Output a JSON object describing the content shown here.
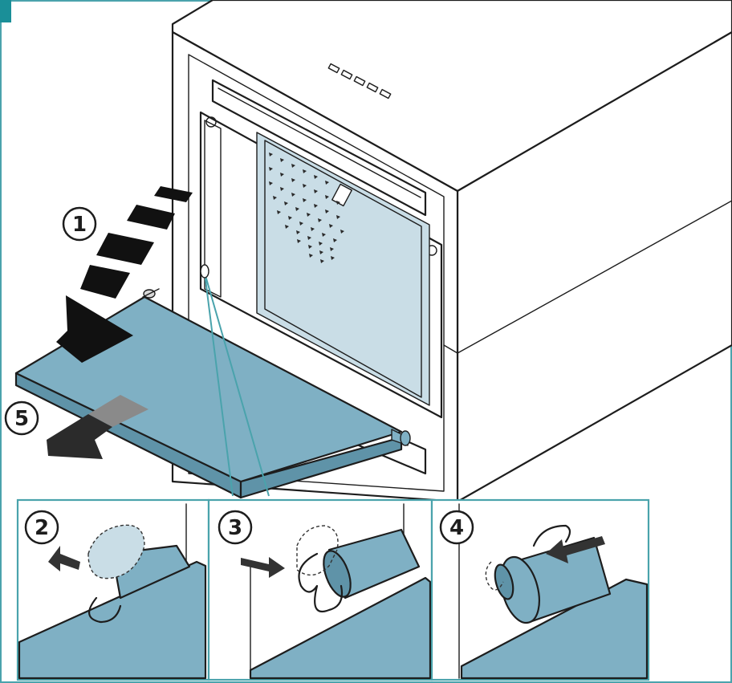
{
  "steps": [
    {
      "id": "1",
      "label": "1"
    },
    {
      "id": "2",
      "label": "2"
    },
    {
      "id": "3",
      "label": "3"
    },
    {
      "id": "4",
      "label": "4"
    },
    {
      "id": "5",
      "label": "5"
    }
  ],
  "colors": {
    "frame": "#4aa3ac",
    "corner_mark": "#1a8f98",
    "paper_blue": "#7fb0c4",
    "paper_blue_dark": "#5f93a8",
    "arrow_black": "#111111",
    "arrow_grey": "#8a8a8a"
  },
  "icons": [
    "arrow-down-curved-icon",
    "arrow-left-icon",
    "arrow-right-icon"
  ]
}
